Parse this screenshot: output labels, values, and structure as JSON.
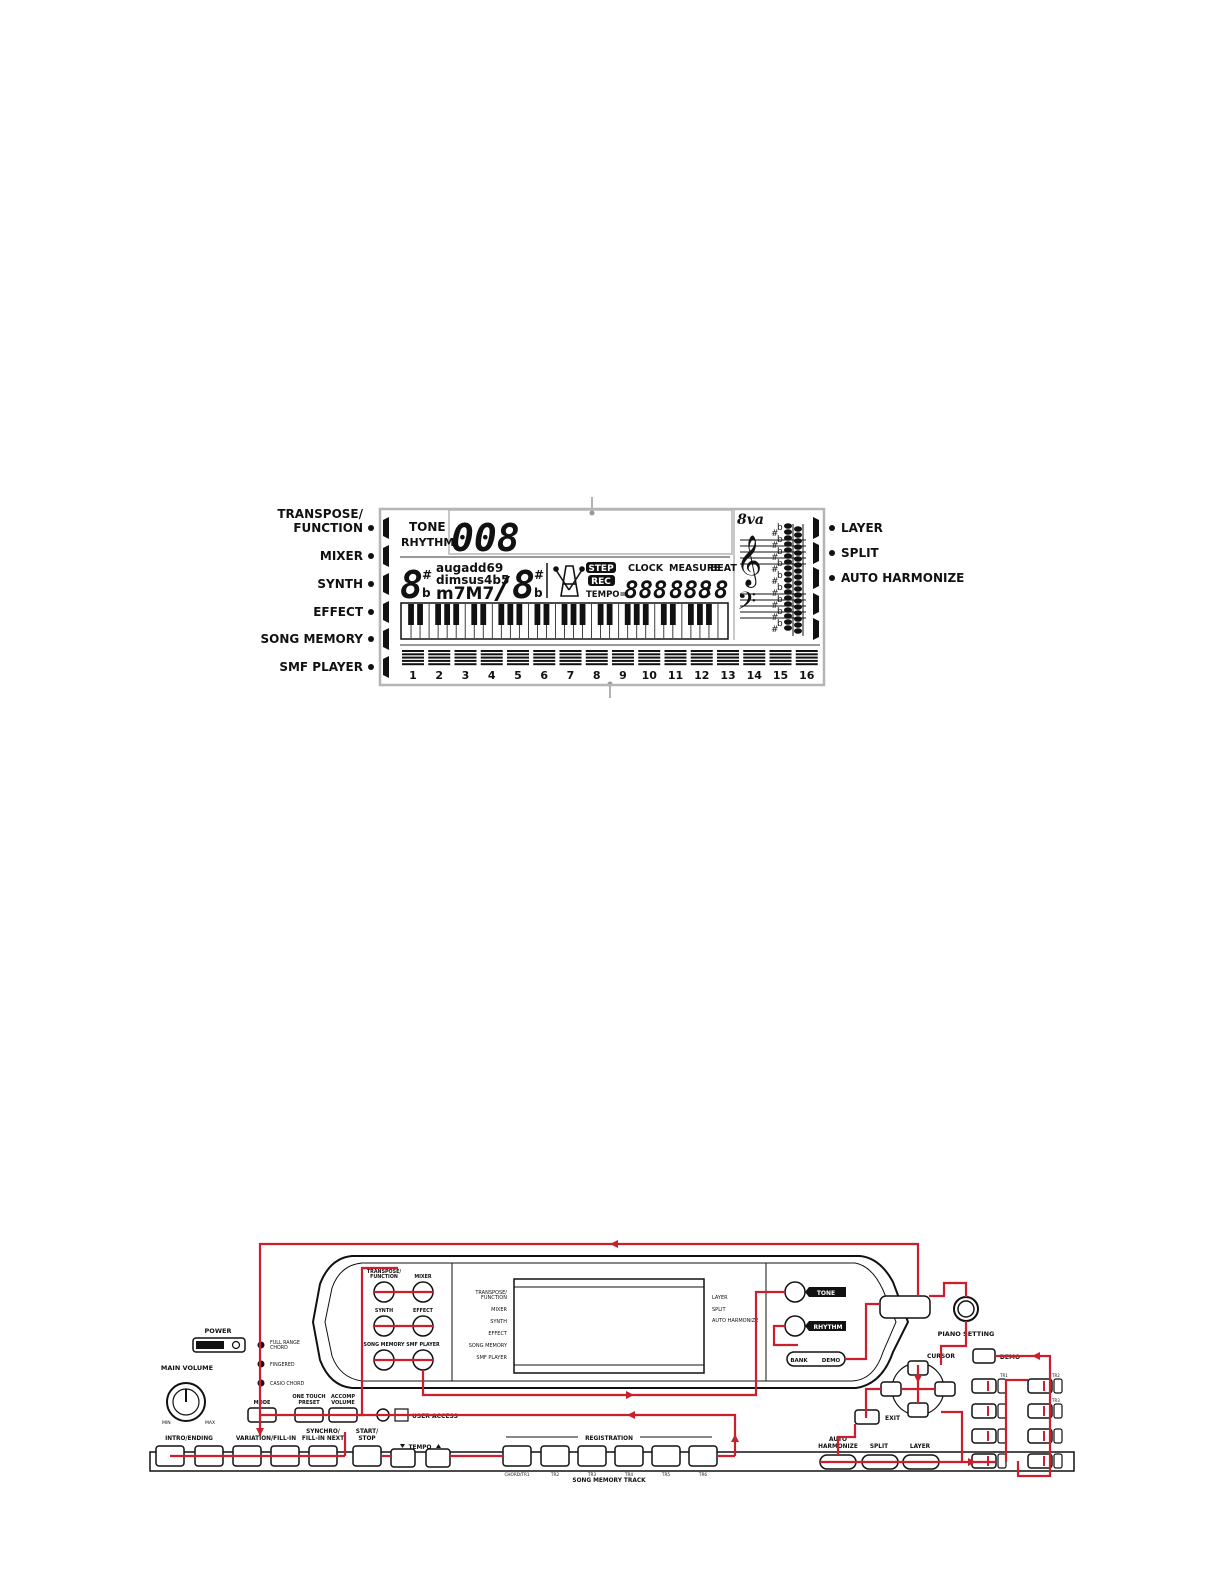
{
  "lcd": {
    "left_labels": [
      "TRANSPOSE/",
      "FUNCTION",
      "MIXER",
      "SYNTH",
      "EFFECT",
      "SONG MEMORY",
      "SMF PLAYER"
    ],
    "right_labels": [
      "LAYER",
      "SPLIT",
      "AUTO HARMONIZE"
    ],
    "tone_label": "TONE",
    "rhythm_label": "RHYTHM",
    "tone_number": "008",
    "chord_root": "8",
    "chord_bass": "8",
    "sharp": "#",
    "flat": "b",
    "slash": "/",
    "chord_types": [
      "augadd69",
      "dimsus4b5",
      "m7M7"
    ],
    "step_label": "STEP",
    "rec_label": "REC",
    "tempo_label": "TEMPO=",
    "clock_label": "CLOCK",
    "measure_label": "MEASURE",
    "beat_label": "BEAT",
    "clock_digits": "888",
    "measure_digits": "888",
    "beat_digits": "8",
    "octave_label": "8va",
    "channel_numbers": [
      "1",
      "2",
      "3",
      "4",
      "5",
      "6",
      "7",
      "8",
      "9",
      "10",
      "11",
      "12",
      "13",
      "14",
      "15",
      "16"
    ]
  },
  "panel": {
    "power": "POWER",
    "main_volume": "MAIN VOLUME",
    "min": "MIN",
    "max": "MAX",
    "chord_modes": [
      "FULL RANGE",
      "CHORD",
      "FINGERED",
      "CASIO CHORD"
    ],
    "mode": "MODE",
    "one_touch_preset": [
      "ONE TOUCH",
      "PRESET"
    ],
    "accomp_volume": [
      "ACCOMP",
      "VOLUME"
    ],
    "user_access": "USER ACCESS",
    "mode_buttons": [
      "TRANSPOSE/",
      "FUNCTION",
      "MIXER",
      "SYNTH",
      "EFFECT",
      "SONG MEMORY",
      "SMF PLAYER"
    ],
    "display_left": [
      "TRANSPOSE/",
      "FUNCTION",
      "MIXER",
      "SYNTH",
      "EFFECT",
      "SONG MEMORY",
      "SMF PLAYER"
    ],
    "display_right": [
      "LAYER",
      "SPLIT",
      "AUTO HARMONIZE"
    ],
    "tone": "TONE",
    "rhythm": "RHYTHM",
    "bank": "BANK",
    "demo_label": "DEMO",
    "piano_setting": "PIANO SETTING",
    "cursor": "CURSOR",
    "exit": "EXIT",
    "bottom_buttons": [
      "INTRO/ENDING",
      "VARIATION/FILL-IN",
      "SYNCHRO/",
      "FILL-IN NEXT",
      "START/",
      "STOP"
    ],
    "tempo": "TEMPO",
    "registration": "REGISTRATION",
    "track_labels": [
      "CHORD/TR1",
      "TR2",
      "TR3",
      "TR4",
      "TR5",
      "TR6"
    ],
    "song_memory_track": "SONG MEMORY TRACK",
    "auto_harmonize": [
      "AUTO",
      "HARMONIZE"
    ],
    "split": "SPLIT",
    "layer": "LAYER",
    "keypad_top": [
      "DEMO",
      "TR1",
      "TR2",
      "TR3"
    ]
  }
}
